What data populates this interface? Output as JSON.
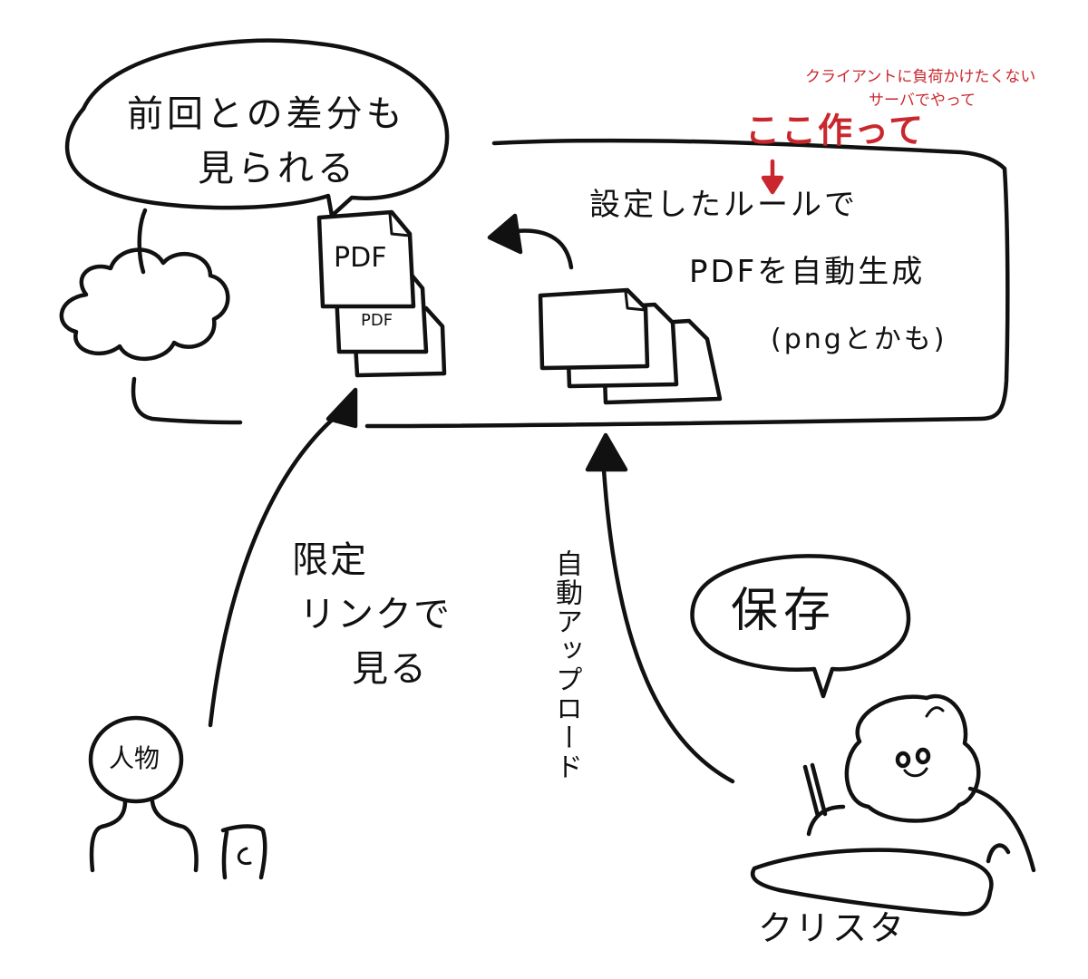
{
  "labels": {
    "diff_bubble_line1": "前回との差分も",
    "diff_bubble_line2": "見られる",
    "pdf_front": "PDF",
    "pdf_back": "PDF",
    "auto_generate_line1": "設定したルールで",
    "auto_generate_line2": "PDFを自動生成",
    "auto_generate_line3": "(pngとかも)",
    "build_here": "ここ作って",
    "server_note_line1": "クライアントに負荷かけたくない",
    "server_note_line2": "サーバでやって",
    "limited_link_line1": "限定",
    "limited_link_line2": "リンクで",
    "limited_link_line3": "見る",
    "auto_upload": "自動アップロード",
    "save_bubble": "保存",
    "person_label": "人物",
    "clip_studio": "クリスタ"
  },
  "colors": {
    "ink": "#111111",
    "annotation_red": "#c9272d",
    "paper": "#ffffff"
  },
  "icons": [
    "cloud-icon",
    "pdf-document-icon",
    "file-stack-icon",
    "person-icon",
    "phone-icon",
    "artist-icon",
    "pen-icon",
    "tablet-icon"
  ]
}
